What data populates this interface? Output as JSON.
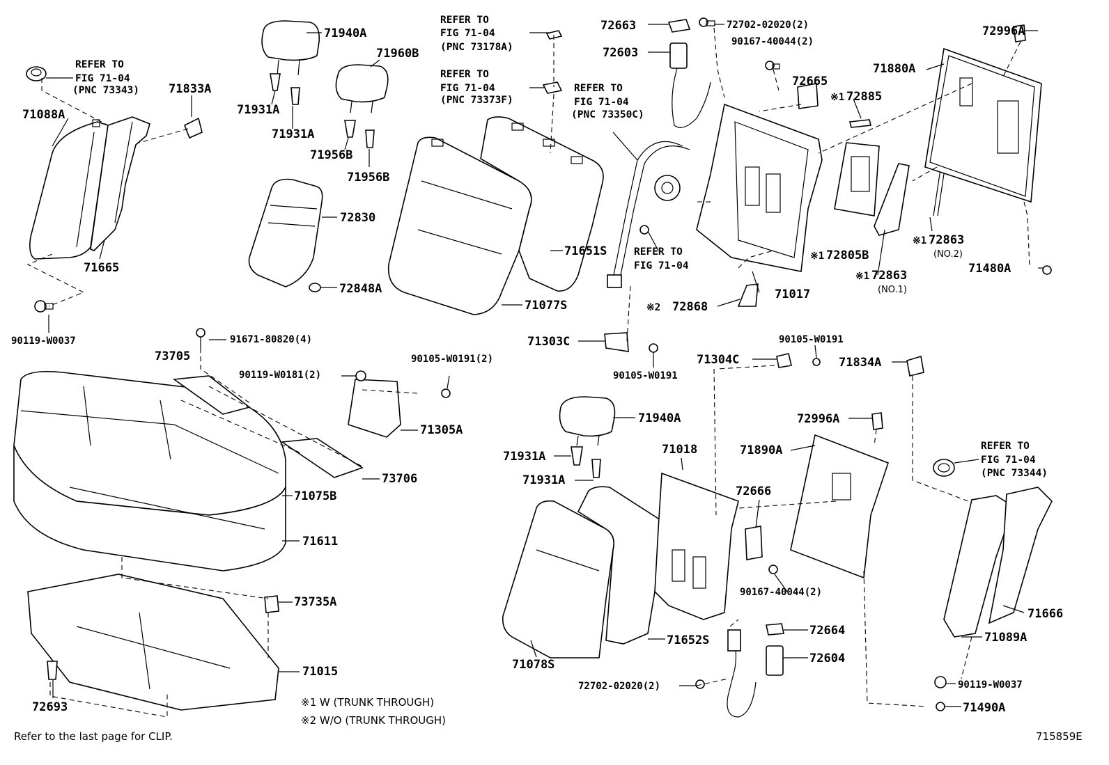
{
  "parts": {
    "p71940A_top": "71940A",
    "p71960B": "71960B",
    "p71931A_1": "71931A",
    "p71931A_2": "71931A",
    "p71956B_1": "71956B",
    "p71956B_2": "71956B",
    "p71833A": "71833A",
    "p71088A": "71088A",
    "p71665": "71665",
    "p90119_W0037_left": "90119-W0037",
    "p72830": "72830",
    "p72848A": "72848A",
    "p71651S": "71651S",
    "p71077S": "71077S",
    "p72663": "72663",
    "p72702_02020_top": "72702-02020(2)",
    "p90167_40044_top": "90167-40044(2)",
    "p72603": "72603",
    "p72665": "72665",
    "p72885": "72885",
    "p72996A_top": "72996A",
    "p71880A": "71880A",
    "p72805B": "72805B",
    "p72863_no2": "72863",
    "p72863_no2_sub": "(NO.2)",
    "p72863_no1": "72863",
    "p72863_no1_sub": "(NO.1)",
    "p71480A": "71480A",
    "p71017": "71017",
    "p72868": "72868",
    "p71303C": "71303C",
    "p90105_W0191_mid": "90105-W0191",
    "p90105_W0191_right": "90105-W0191",
    "p71304C": "71304C",
    "p71834A": "71834A",
    "p91671_80820": "91671-80820(4)",
    "p73705": "73705",
    "p90119_W0181": "90119-W0181(2)",
    "p90105_W0191_2": "90105-W0191(2)",
    "p71305A": "71305A",
    "p73706": "73706",
    "p71075B": "71075B",
    "p71611": "71611",
    "p73735A": "73735A",
    "p71015": "71015",
    "p72693": "72693",
    "p71940A_bot": "71940A",
    "p71931A_3": "71931A",
    "p71931A_4": "71931A",
    "p71018": "71018",
    "p72996A_bot": "72996A",
    "p71890A": "71890A",
    "p72666": "72666",
    "p90167_40044_bot": "90167-40044(2)",
    "p72664": "72664",
    "p72604": "72604",
    "p71652S": "71652S",
    "p71078S": "71078S",
    "p72702_02020_bot": "72702-02020(2)",
    "p71666": "71666",
    "p71089A": "71089A",
    "p90119_W0037_right": "90119-W0037",
    "p71490A": "71490A"
  },
  "refs": {
    "r73343": [
      "REFER TO",
      "FIG 71-04",
      "(PNC 73343)"
    ],
    "r73178A": [
      "REFER TO",
      "FIG 71-04",
      "(PNC 73178A)"
    ],
    "r73373F": [
      "REFER TO",
      "FIG 71-04",
      "(PNC 73373F)"
    ],
    "r73350C": [
      "REFER TO",
      "FIG 71-04",
      "(PNC 73350C)"
    ],
    "r7104": [
      "REFER TO",
      "FIG 71-04"
    ],
    "r73344": [
      "REFER TO",
      "FIG 71-04",
      "(PNC 73344)"
    ]
  },
  "marks": {
    "m1": "※1",
    "m2": "※2"
  },
  "legend": {
    "l1": "※1  W (TRUNK THROUGH)",
    "l2": "※2  W/O (TRUNK THROUGH)"
  },
  "footer": {
    "note": "Refer to the last page for CLIP.",
    "id": "715859E"
  }
}
